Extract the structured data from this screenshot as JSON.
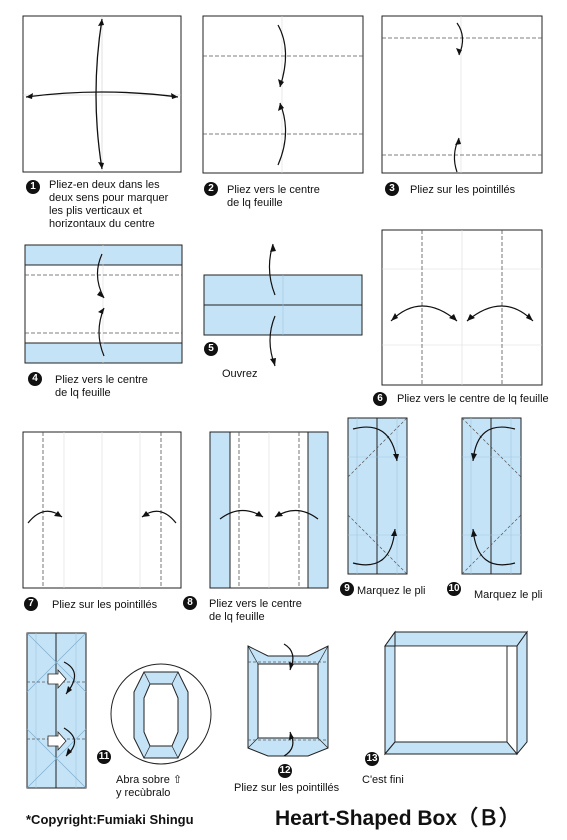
{
  "colors": {
    "paper_blue": "#c5e3f7",
    "line": "#1a1a1a",
    "dash": "#444444",
    "grid": "#bfd4e0"
  },
  "steps": [
    {
      "num": "1",
      "lines": [
        "Pliez-en deux dans les",
        "deux sens pour marquer",
        "les plis verticaux et",
        "horizontaux du centre"
      ]
    },
    {
      "num": "2",
      "lines": [
        "Pliez vers le centre",
        "de lq feuille"
      ]
    },
    {
      "num": "3",
      "lines": [
        "Pliez sur les pointillés"
      ]
    },
    {
      "num": "4",
      "lines": [
        "Pliez vers le centre",
        "de lq feuille"
      ]
    },
    {
      "num": "5",
      "lines": [
        "Ouvrez"
      ]
    },
    {
      "num": "6",
      "lines": [
        "Pliez vers le centre de lq feuille"
      ]
    },
    {
      "num": "7",
      "lines": [
        "Pliez sur les pointillés"
      ]
    },
    {
      "num": "8",
      "lines": [
        "Pliez vers le centre",
        "de lq feuille"
      ]
    },
    {
      "num": "9",
      "lines": [
        "Marquez le pli"
      ]
    },
    {
      "num": "10",
      "lines": [
        "Marquez le pli"
      ]
    },
    {
      "num": "11",
      "lines": [
        "Abra sobre ⇧",
        "y recùbralo"
      ]
    },
    {
      "num": "12",
      "lines": [
        "Pliez sur les pointillés"
      ]
    },
    {
      "num": "13",
      "lines": [
        "C'est fini"
      ]
    }
  ],
  "footer": {
    "copyright": "*Copyright:Fumiaki Shingu",
    "title": "Heart-Shaped Box（Ｂ）"
  }
}
